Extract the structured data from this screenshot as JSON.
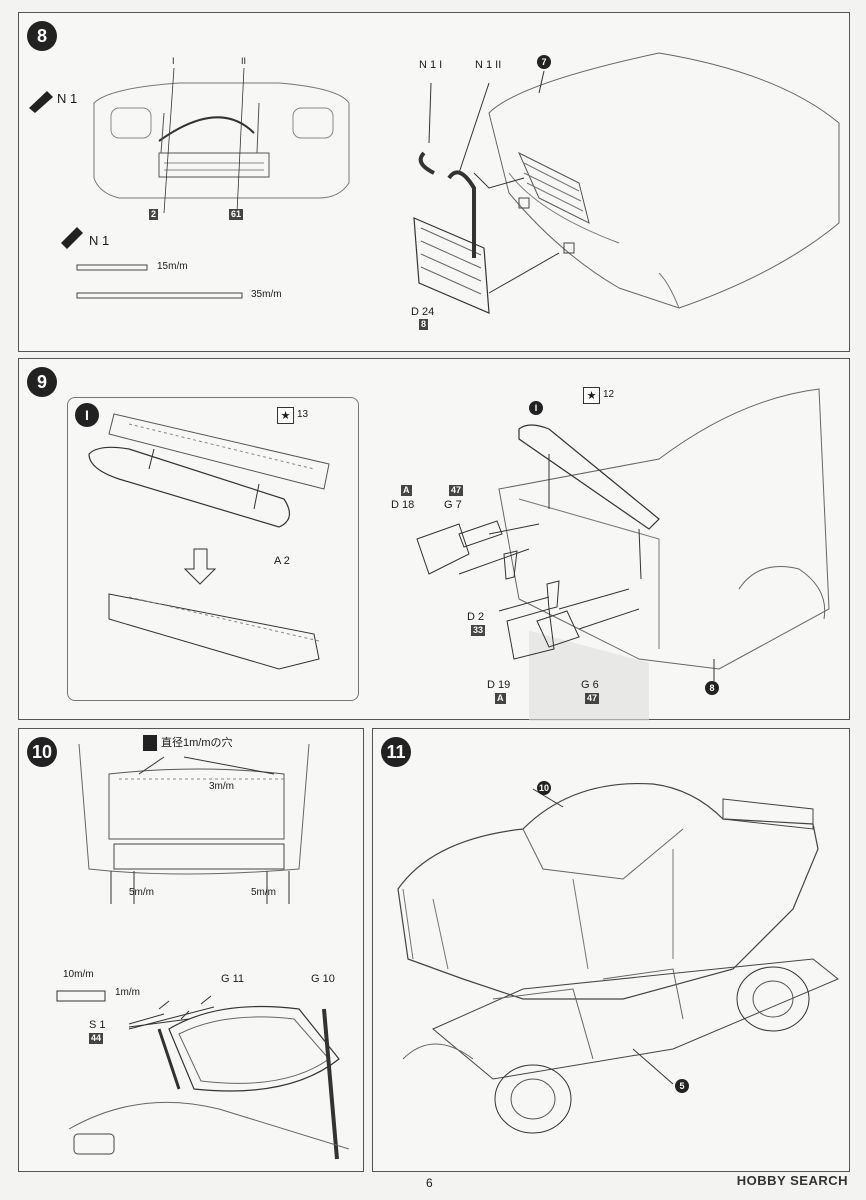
{
  "page_number": "6",
  "watermark": "HOBBY SEARCH",
  "steps": {
    "s8": {
      "number": "8",
      "paint_label_1": "N 1",
      "paint_label_2": "N 1",
      "roman_1": "I",
      "roman_2": "II",
      "part_2": "2",
      "part_61": "61",
      "len_1": "15m/m",
      "len_2": "35m/m",
      "n1_i": "N 1 I",
      "n1_ii": "N 1 II",
      "ref_7": "7",
      "d24": "D 24",
      "box_8": "8"
    },
    "s9": {
      "number": "9",
      "sub_i": "I",
      "star_13": "13",
      "a2": "A 2",
      "sub_i_ref": "I",
      "star_12": "12",
      "box_a1": "A",
      "box_47a": "47",
      "d18": "D 18",
      "g7": "G 7",
      "d2": "D 2",
      "box_33": "33",
      "d19": "D 19",
      "box_a2": "A",
      "g6": "G 6",
      "box_47b": "47",
      "ref_8": "8"
    },
    "s10": {
      "number": "10",
      "hole_note": "直径1m/mの穴",
      "dim_3": "3m/m",
      "dim_5a": "5m/m",
      "dim_5b": "5m/m",
      "dim_10": "10m/m",
      "dim_1": "1m/m",
      "g11": "G 11",
      "g10": "G 10",
      "s1": "S 1",
      "box_44": "44"
    },
    "s11": {
      "number": "11",
      "ref_10": "10",
      "ref_5": "5"
    }
  }
}
